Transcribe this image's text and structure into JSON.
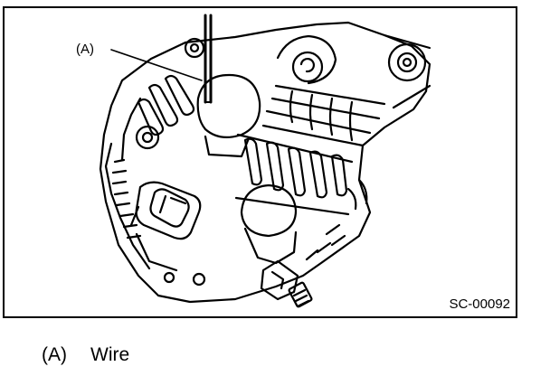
{
  "diagram": {
    "callout_label": "(A)",
    "figure_id": "SC-00092"
  },
  "legend": {
    "items": [
      {
        "ref": "(A)",
        "text": "Wire"
      }
    ]
  }
}
